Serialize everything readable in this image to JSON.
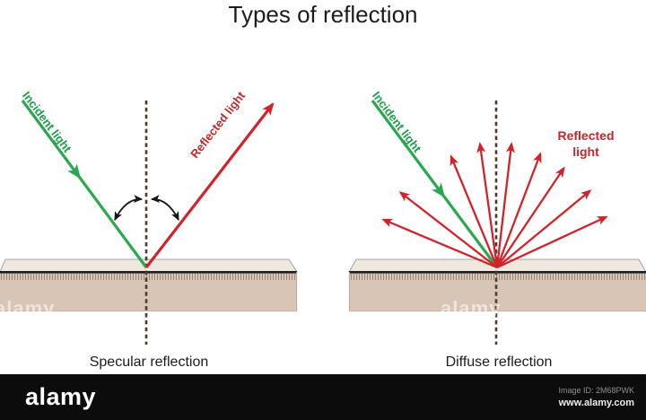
{
  "title": "Types of reflection",
  "specular": {
    "incident_label": "Incident light",
    "reflected_label": "Reflected light",
    "caption": "Specular reflection"
  },
  "diffuse": {
    "incident_label": "Incident light",
    "reflected_label": "Reflected light",
    "caption": "Diffuse reflection",
    "scattered_ray_count": 9
  },
  "watermark": {
    "text": "alamy"
  },
  "footer": {
    "logo": "alamy",
    "image_id": "Image ID: 2M68PWK",
    "url": "www.alamy.com"
  },
  "colors": {
    "incident_green": "#2aa84f",
    "reflected_red": "#d2232a",
    "normal_line_brown": "#4a3b30",
    "surface_front": "#d9c5b6",
    "surface_top": "#efe8df",
    "angle_arc_black": "#151515",
    "footer_background": "#0c0c0c"
  }
}
